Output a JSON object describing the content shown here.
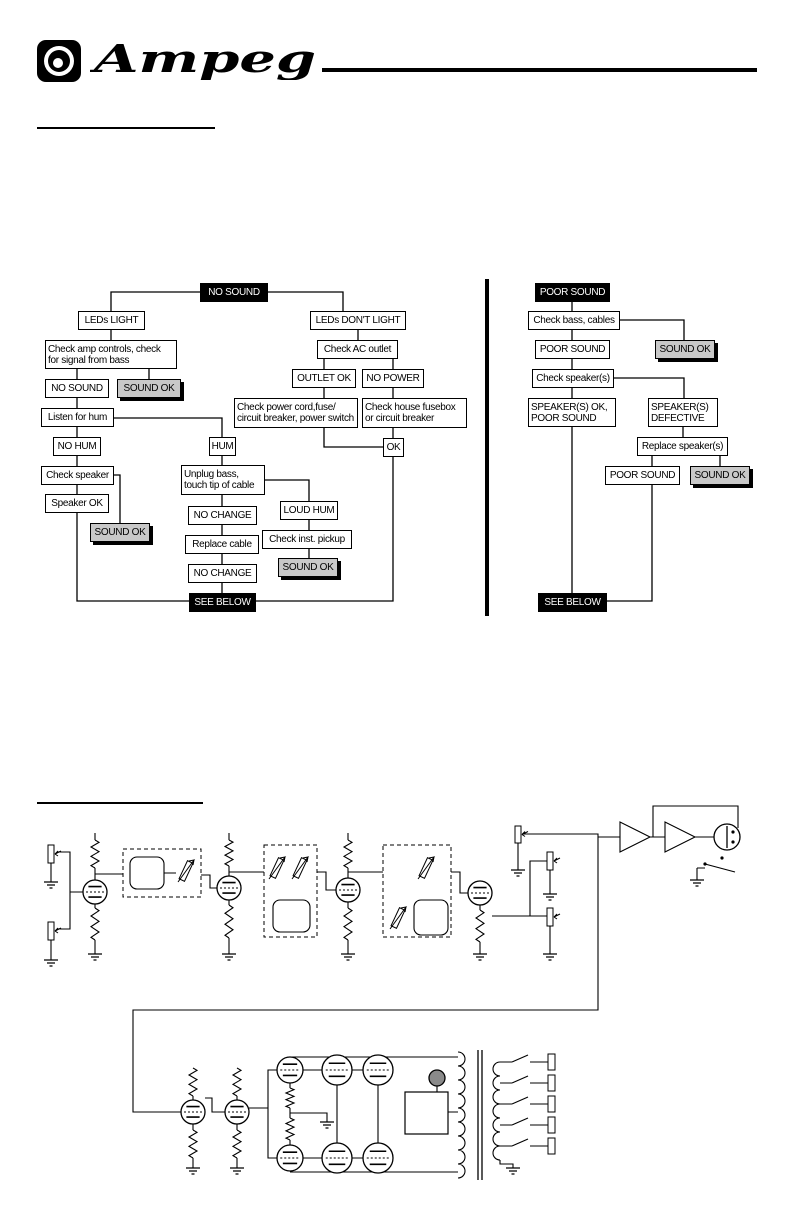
{
  "brand": {
    "name": "Ampeg"
  },
  "colors": {
    "ink": "#000000",
    "paper": "#ffffff",
    "highlight_fill": "#c8c8c8"
  },
  "no_sound_chart": {
    "start": "NO SOUND",
    "leds_light": "LEDs LIGHT",
    "check_amp_controls": "Check amp controls, check\nfor signal from bass",
    "no_sound": "NO SOUND",
    "sound_ok_1": "SOUND OK",
    "listen_for_hum": "Listen for hum",
    "no_hum": "NO HUM",
    "check_speaker": "Check speaker",
    "speaker_ok": "Speaker OK",
    "sound_ok_2": "SOUND OK",
    "hum": "HUM",
    "unplug_bass": "Unplug bass,\ntouch tip of cable",
    "no_change_1": "NO CHANGE",
    "replace_cable": "Replace cable",
    "no_change_2": "NO CHANGE",
    "see_below": "SEE BELOW",
    "loud_hum": "LOUD HUM",
    "check_inst_pickup": "Check inst. pickup",
    "sound_ok_3": "SOUND OK",
    "leds_dont_light": "LEDs DON'T LIGHT",
    "check_ac_outlet": "Check AC outlet",
    "outlet_ok": "OUTLET OK",
    "no_power": "NO POWER",
    "check_power_cord": "Check power cord,fuse/\ncircuit breaker, power switch",
    "check_house_fusebox": "Check house fusebox\nor circuit breaker",
    "ok": "OK"
  },
  "poor_sound_chart": {
    "start": "POOR SOUND",
    "check_bass_cables": "Check bass, cables",
    "sound_ok_1": "SOUND OK",
    "poor_sound_1": "POOR SOUND",
    "check_speakers": "Check speaker(s)",
    "speakers_ok": "SPEAKER(S) OK,\nPOOR SOUND",
    "speakers_defective": "SPEAKER(S)\nDEFECTIVE",
    "replace_speakers": "Replace speaker(s)",
    "poor_sound_2": "POOR SOUND",
    "sound_ok_2": "SOUND OK",
    "see_below": "SEE BELOW"
  }
}
